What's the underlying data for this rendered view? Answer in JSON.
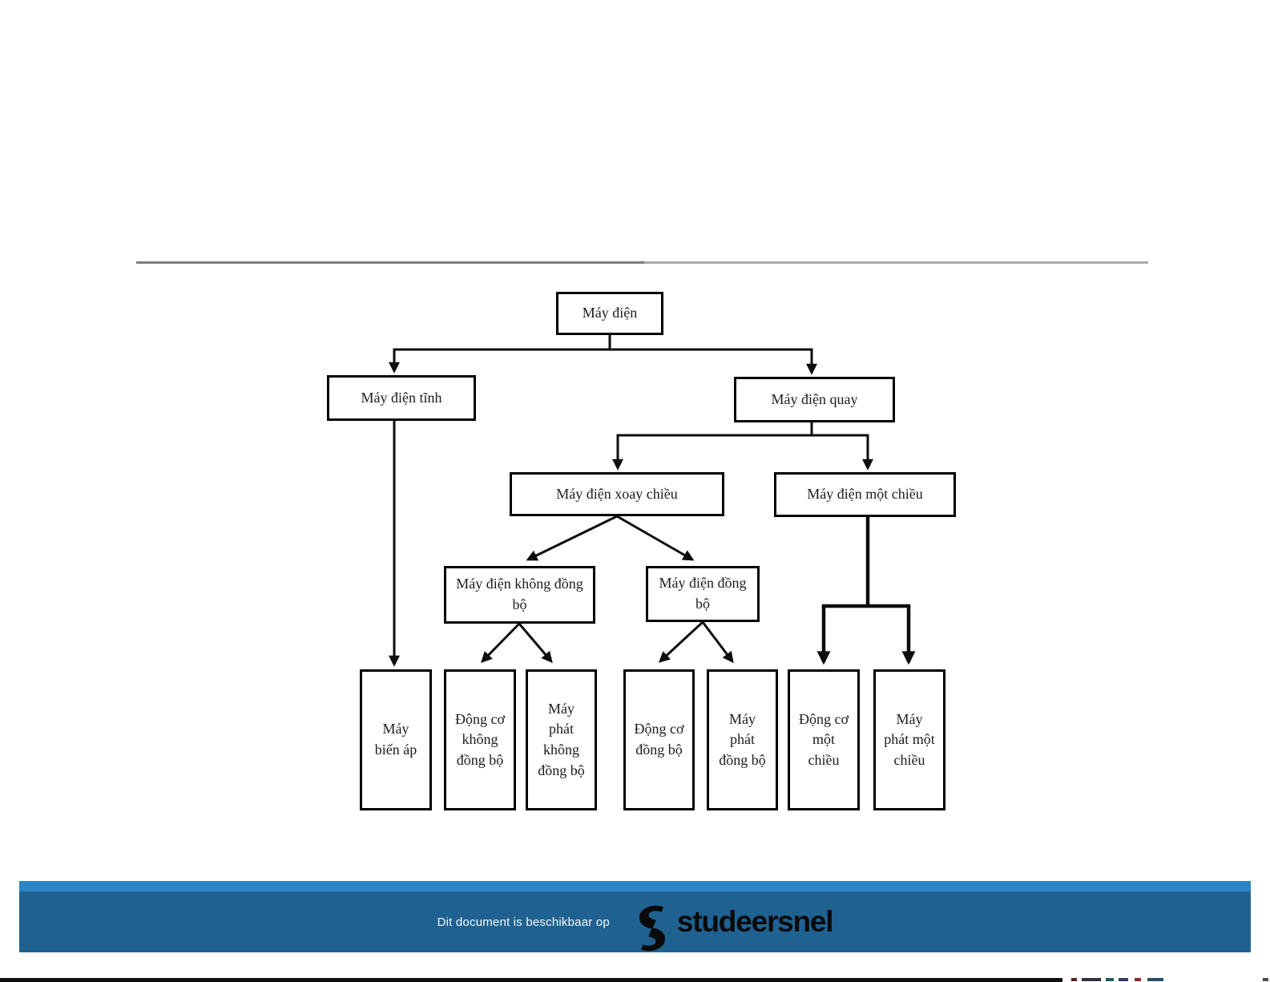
{
  "diagram": {
    "nodes": [
      {
        "id": "may-dien",
        "label": "Máy điện"
      },
      {
        "id": "may-dien-tinh",
        "label": "Máy điện tĩnh"
      },
      {
        "id": "may-dien-quay",
        "label": "Máy điện quay"
      },
      {
        "id": "may-dien-xoay-chieu",
        "label": "Máy điện xoay chiều"
      },
      {
        "id": "may-dien-mot-chieu",
        "label": "Máy điện một chiều"
      },
      {
        "id": "may-dien-khong-dong-bo",
        "label": "Máy điện không đồng bộ"
      },
      {
        "id": "may-dien-dong-bo",
        "label": "Máy điện đồng bộ"
      },
      {
        "id": "may-bien-ap",
        "label": "Máy biến áp"
      },
      {
        "id": "dong-co-khong-dong-bo",
        "label": "Động cơ không đồng bộ"
      },
      {
        "id": "may-phat-khong-dong-bo",
        "label": "Máy phát không đồng bộ"
      },
      {
        "id": "dong-co-dong-bo",
        "label": "Động cơ đồng bộ"
      },
      {
        "id": "may-phat-dong-bo",
        "label": "Máy phát đồng bộ"
      },
      {
        "id": "dong-co-mot-chieu",
        "label": "Động cơ một chiều"
      },
      {
        "id": "may-phat-mot-chieu",
        "label": "Máy phát một chiều"
      }
    ],
    "edges": [
      [
        "may-dien",
        "may-dien-tinh"
      ],
      [
        "may-dien",
        "may-dien-quay"
      ],
      [
        "may-dien-quay",
        "may-dien-xoay-chieu"
      ],
      [
        "may-dien-quay",
        "may-dien-mot-chieu"
      ],
      [
        "may-dien-xoay-chieu",
        "may-dien-khong-dong-bo"
      ],
      [
        "may-dien-xoay-chieu",
        "may-dien-dong-bo"
      ],
      [
        "may-dien-tinh",
        "may-bien-ap"
      ],
      [
        "may-dien-khong-dong-bo",
        "dong-co-khong-dong-bo"
      ],
      [
        "may-dien-khong-dong-bo",
        "may-phat-khong-dong-bo"
      ],
      [
        "may-dien-dong-bo",
        "dong-co-dong-bo"
      ],
      [
        "may-dien-dong-bo",
        "may-phat-dong-bo"
      ],
      [
        "may-dien-mot-chieu",
        "dong-co-mot-chieu"
      ],
      [
        "may-dien-mot-chieu",
        "may-phat-mot-chieu"
      ]
    ]
  },
  "footer": {
    "availability_text": "Dit document is beschikbaar op",
    "brand_name": "studeersnel",
    "colors": {
      "strip": "#2b85c6",
      "band": "#1f6292",
      "logo": "#0a0a0a"
    }
  }
}
